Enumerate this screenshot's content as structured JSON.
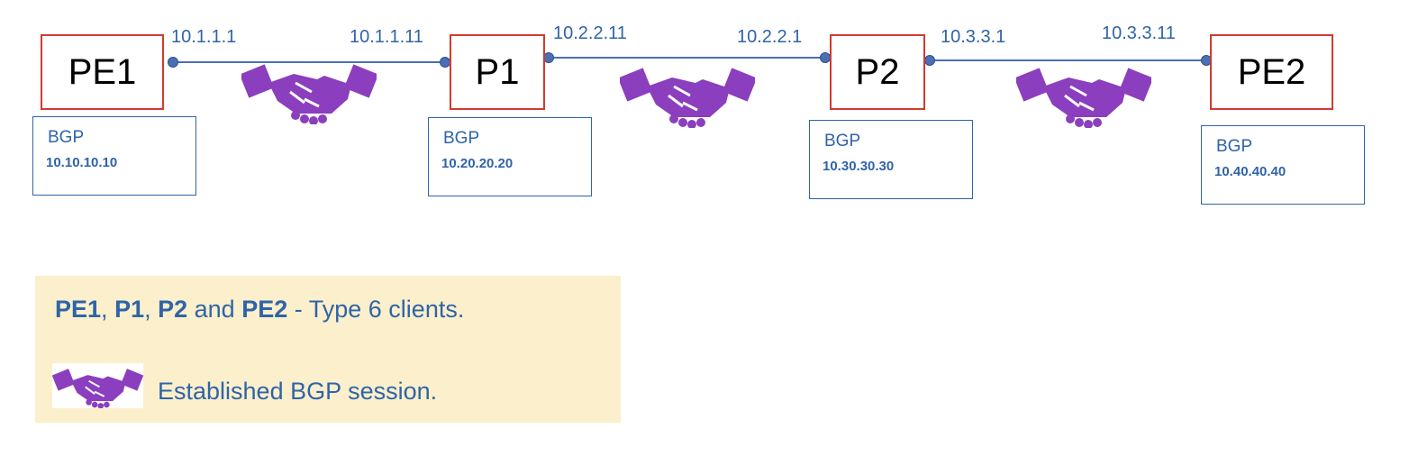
{
  "routers": [
    {
      "name": "PE1",
      "bgp_label": "BGP",
      "bgp_id": "10.10.10.10"
    },
    {
      "name": "P1",
      "bgp_label": "BGP",
      "bgp_id": "10.20.20.20"
    },
    {
      "name": "P2",
      "bgp_label": "BGP",
      "bgp_id": "10.30.30.30"
    },
    {
      "name": "PE2",
      "bgp_label": "BGP",
      "bgp_id": "10.40.40.40"
    }
  ],
  "links": [
    {
      "a_ip": "10.1.1.1",
      "b_ip": "10.1.1.11"
    },
    {
      "a_ip": "10.2.2.11",
      "b_ip": "10.2.2.1"
    },
    {
      "a_ip": "10.3.3.1",
      "b_ip": "10.3.3.11"
    }
  ],
  "legend": {
    "clients": [
      "PE1",
      "P1",
      "P2",
      "PE2"
    ],
    "sep1": ", ",
    "sep2": ", ",
    "and": " and ",
    "clients_suffix": " - Type 6 clients.",
    "session_text": "Established BGP session."
  },
  "colors": {
    "router_border": "#d23a2f",
    "label_blue": "#2f64a8",
    "link": "#4a6fb5",
    "handshake": "#8b3ebd",
    "legend_bg": "#fbefcc"
  },
  "icons": {
    "session": "handshake-icon"
  }
}
